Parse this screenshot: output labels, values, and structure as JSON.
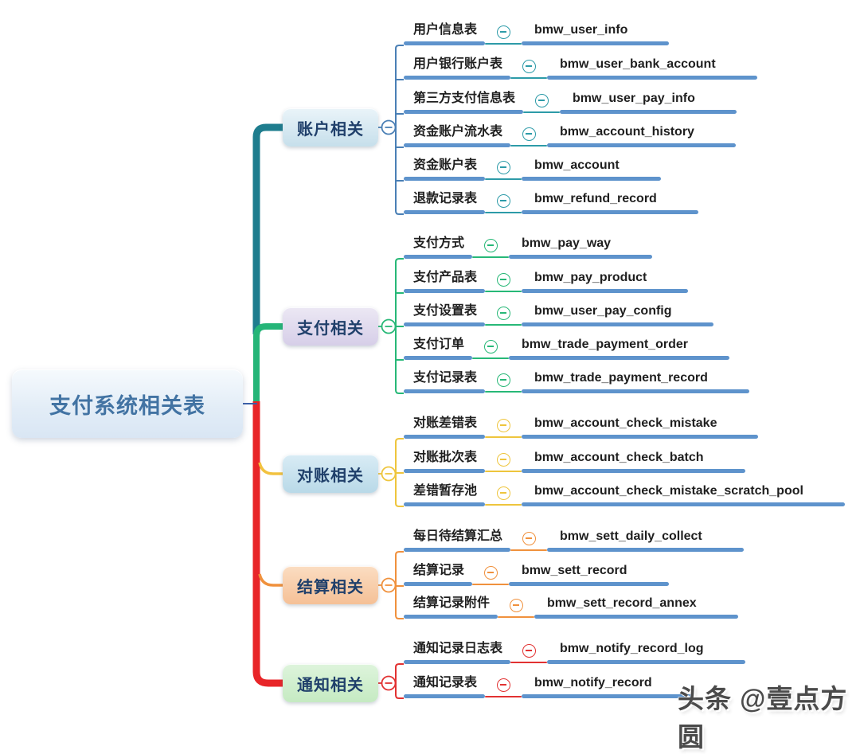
{
  "root": {
    "label": "支付系统相关表"
  },
  "watermark": {
    "text": "头条 @壹点方圆"
  },
  "colors": {
    "underline": "#5e93cc",
    "category_text": "#20406b",
    "root_text": "#4273a3",
    "root_connector": "#3a5fa8"
  },
  "branches": [
    {
      "label": "账户相关",
      "line_color": "#4a7fb5",
      "accent_color": "#2d9ba8",
      "trunk_color": "#1e7d8e",
      "node_bg_top": "#eaf4f9",
      "node_bg_bottom": "#c6dfeb",
      "children": [
        {
          "label": "用户信息表",
          "table": "bmw_user_info"
        },
        {
          "label": "用户银行账户表",
          "table": "bmw_user_bank_account"
        },
        {
          "label": "第三方支付信息表",
          "table": "bmw_user_pay_info"
        },
        {
          "label": "资金账户流水表",
          "table": "bmw_account_history"
        },
        {
          "label": "资金账户表",
          "table": "bmw_account"
        },
        {
          "label": "退款记录表",
          "table": "bmw_refund_record"
        }
      ]
    },
    {
      "label": "支付相关",
      "line_color": "#27b877",
      "accent_color": "#27b877",
      "trunk_color": "#25b578",
      "node_bg_top": "#ece8f4",
      "node_bg_bottom": "#d6cee8",
      "children": [
        {
          "label": "支付方式",
          "table": "bmw_pay_way"
        },
        {
          "label": "支付产品表",
          "table": "bmw_pay_product"
        },
        {
          "label": "支付设置表",
          "table": "bmw_user_pay_config"
        },
        {
          "label": "支付订单",
          "table": "bmw_trade_payment_order"
        },
        {
          "label": "支付记录表",
          "table": "bmw_trade_payment_record"
        }
      ]
    },
    {
      "label": "对账相关",
      "line_color": "#eec53d",
      "accent_color": "#eec53d",
      "trunk_color": "#f2c240",
      "node_bg_top": "#d9ecf5",
      "node_bg_bottom": "#b9d9e8",
      "children": [
        {
          "label": "对账差错表",
          "table": "bmw_account_check_mistake"
        },
        {
          "label": "对账批次表",
          "table": "bmw_account_check_batch"
        },
        {
          "label": "差错暂存池",
          "table": "bmw_account_check_mistake_scratch_pool"
        }
      ]
    },
    {
      "label": "结算相关",
      "line_color": "#f0913d",
      "accent_color": "#f0913d",
      "trunk_color": "#f0913d",
      "node_bg_top": "#fbddc2",
      "node_bg_bottom": "#f5c096",
      "children": [
        {
          "label": "每日待结算汇总",
          "table": "bmw_sett_daily_collect"
        },
        {
          "label": "结算记录",
          "table": "bmw_sett_record"
        },
        {
          "label": "结算记录附件",
          "table": "bmw_sett_record_annex"
        }
      ]
    },
    {
      "label": "通知相关",
      "line_color": "#e23232",
      "accent_color": "#e23232",
      "trunk_color": "#e82528",
      "node_bg_top": "#def4dc",
      "node_bg_bottom": "#c5eac2",
      "children": [
        {
          "label": "通知记录日志表",
          "table": "bmw_notify_record_log"
        },
        {
          "label": "通知记录表",
          "table": "bmw_notify_record"
        }
      ]
    }
  ]
}
